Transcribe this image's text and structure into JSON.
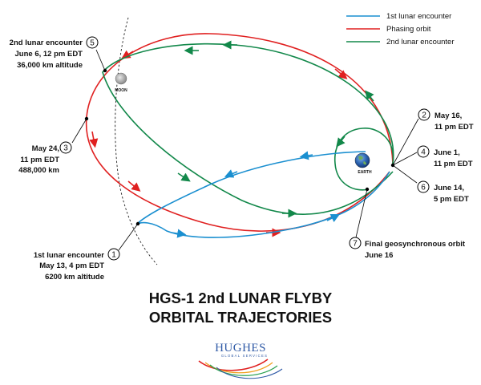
{
  "legend": {
    "items": [
      {
        "label": "1st lunar encounter",
        "color": "#1a8fd0"
      },
      {
        "label": "Phasing orbit",
        "color": "#e02020"
      },
      {
        "label": "2nd lunar encounter",
        "color": "#12884a"
      }
    ]
  },
  "bodies": {
    "moon": "MOON",
    "earth": "EARTH"
  },
  "events": [
    {
      "num": "1",
      "lines": [
        "1st lunar encounter",
        "May 13, 4 pm EDT",
        "6200 km altitude"
      ]
    },
    {
      "num": "2",
      "lines": [
        "May 16,",
        "11 pm EDT"
      ]
    },
    {
      "num": "3",
      "lines": [
        "May 24,",
        "11 pm EDT",
        "488,000 km"
      ]
    },
    {
      "num": "4",
      "lines": [
        "June 1,",
        "11 pm EDT"
      ]
    },
    {
      "num": "5",
      "lines": [
        "2nd lunar encounter",
        "June 6, 12 pm EDT",
        "36,000 km altitude"
      ]
    },
    {
      "num": "6",
      "lines": [
        "June 14,",
        "5 pm EDT"
      ]
    },
    {
      "num": "7",
      "lines": [
        "Final geosynchronous orbit",
        "June 16"
      ]
    }
  ],
  "title": {
    "line1": "HGS-1 2nd LUNAR FLYBY",
    "line2": "ORBITAL TRAJECTORIES"
  },
  "logo": {
    "name": "HUGHES",
    "sub": "GLOBAL SERVICES"
  },
  "colors": {
    "blue": "#1a8fd0",
    "red": "#e02020",
    "green": "#12884a"
  }
}
